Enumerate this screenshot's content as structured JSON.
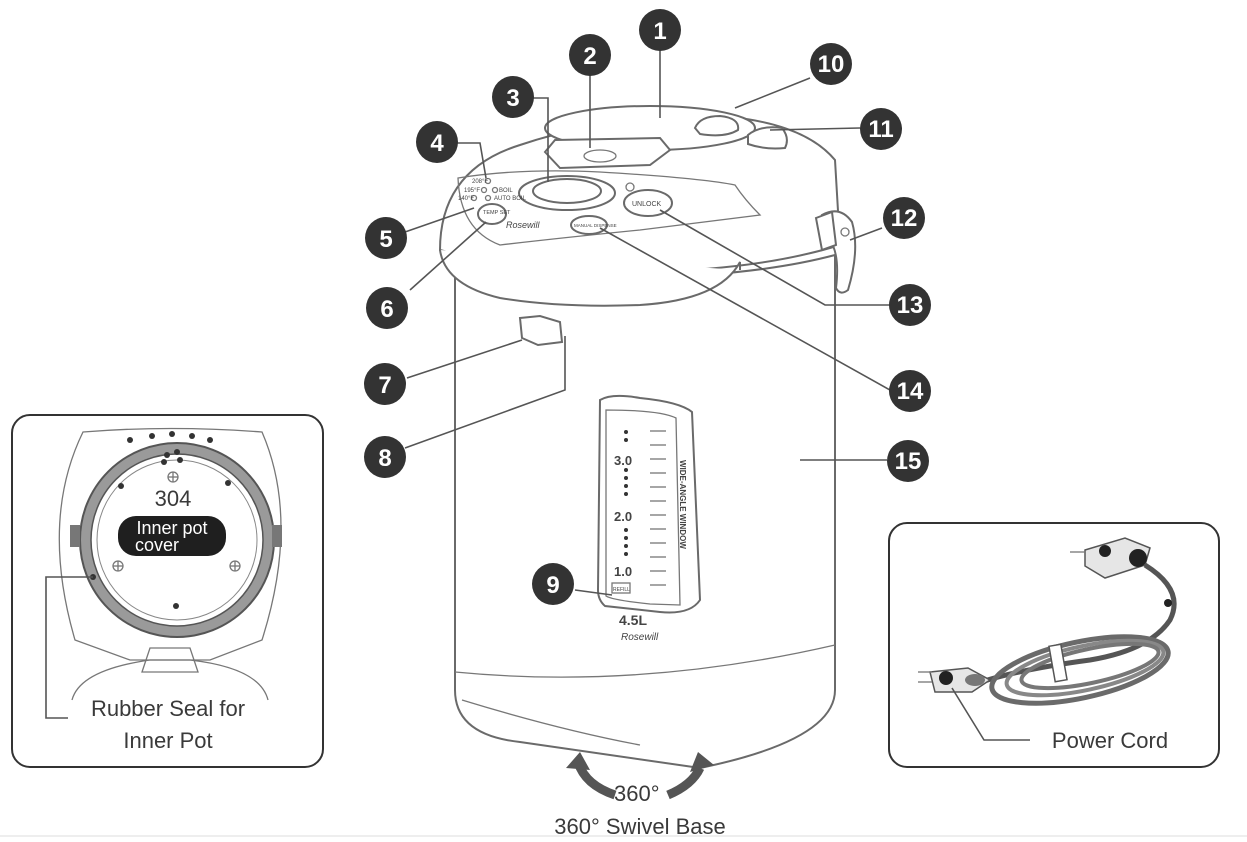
{
  "callouts": [
    {
      "n": "1"
    },
    {
      "n": "2"
    },
    {
      "n": "3"
    },
    {
      "n": "4"
    },
    {
      "n": "5"
    },
    {
      "n": "6"
    },
    {
      "n": "7"
    },
    {
      "n": "8"
    },
    {
      "n": "9"
    },
    {
      "n": "10"
    },
    {
      "n": "11"
    },
    {
      "n": "12"
    },
    {
      "n": "13"
    },
    {
      "n": "14"
    },
    {
      "n": "15"
    }
  ],
  "inset_left": {
    "material": "304",
    "cover_line1": "Inner pot",
    "cover_line2": "cover",
    "seal_line1": "Rubber Seal for",
    "seal_line2": "Inner Pot"
  },
  "inset_right": {
    "label": "Power Cord"
  },
  "panel": {
    "temp1": "208°F",
    "temp2": "195°F",
    "temp3": "140°F",
    "mode1": "BOIL",
    "mode2": "AUTO BOIL",
    "temp_set": "TEMP SET",
    "dispense": "MANUAL DISPENSE",
    "unlock": "UNLOCK",
    "brand": "Rosewill"
  },
  "window": {
    "side_label": "WIDE-ANGLE WINDOW",
    "scale": [
      "3.0",
      "2.0",
      "1.0"
    ],
    "empty": "REFILL",
    "capacity": "4.5L",
    "brand": "Rosewill"
  },
  "base": {
    "degrees": "360°",
    "caption": "360° Swivel Base"
  }
}
